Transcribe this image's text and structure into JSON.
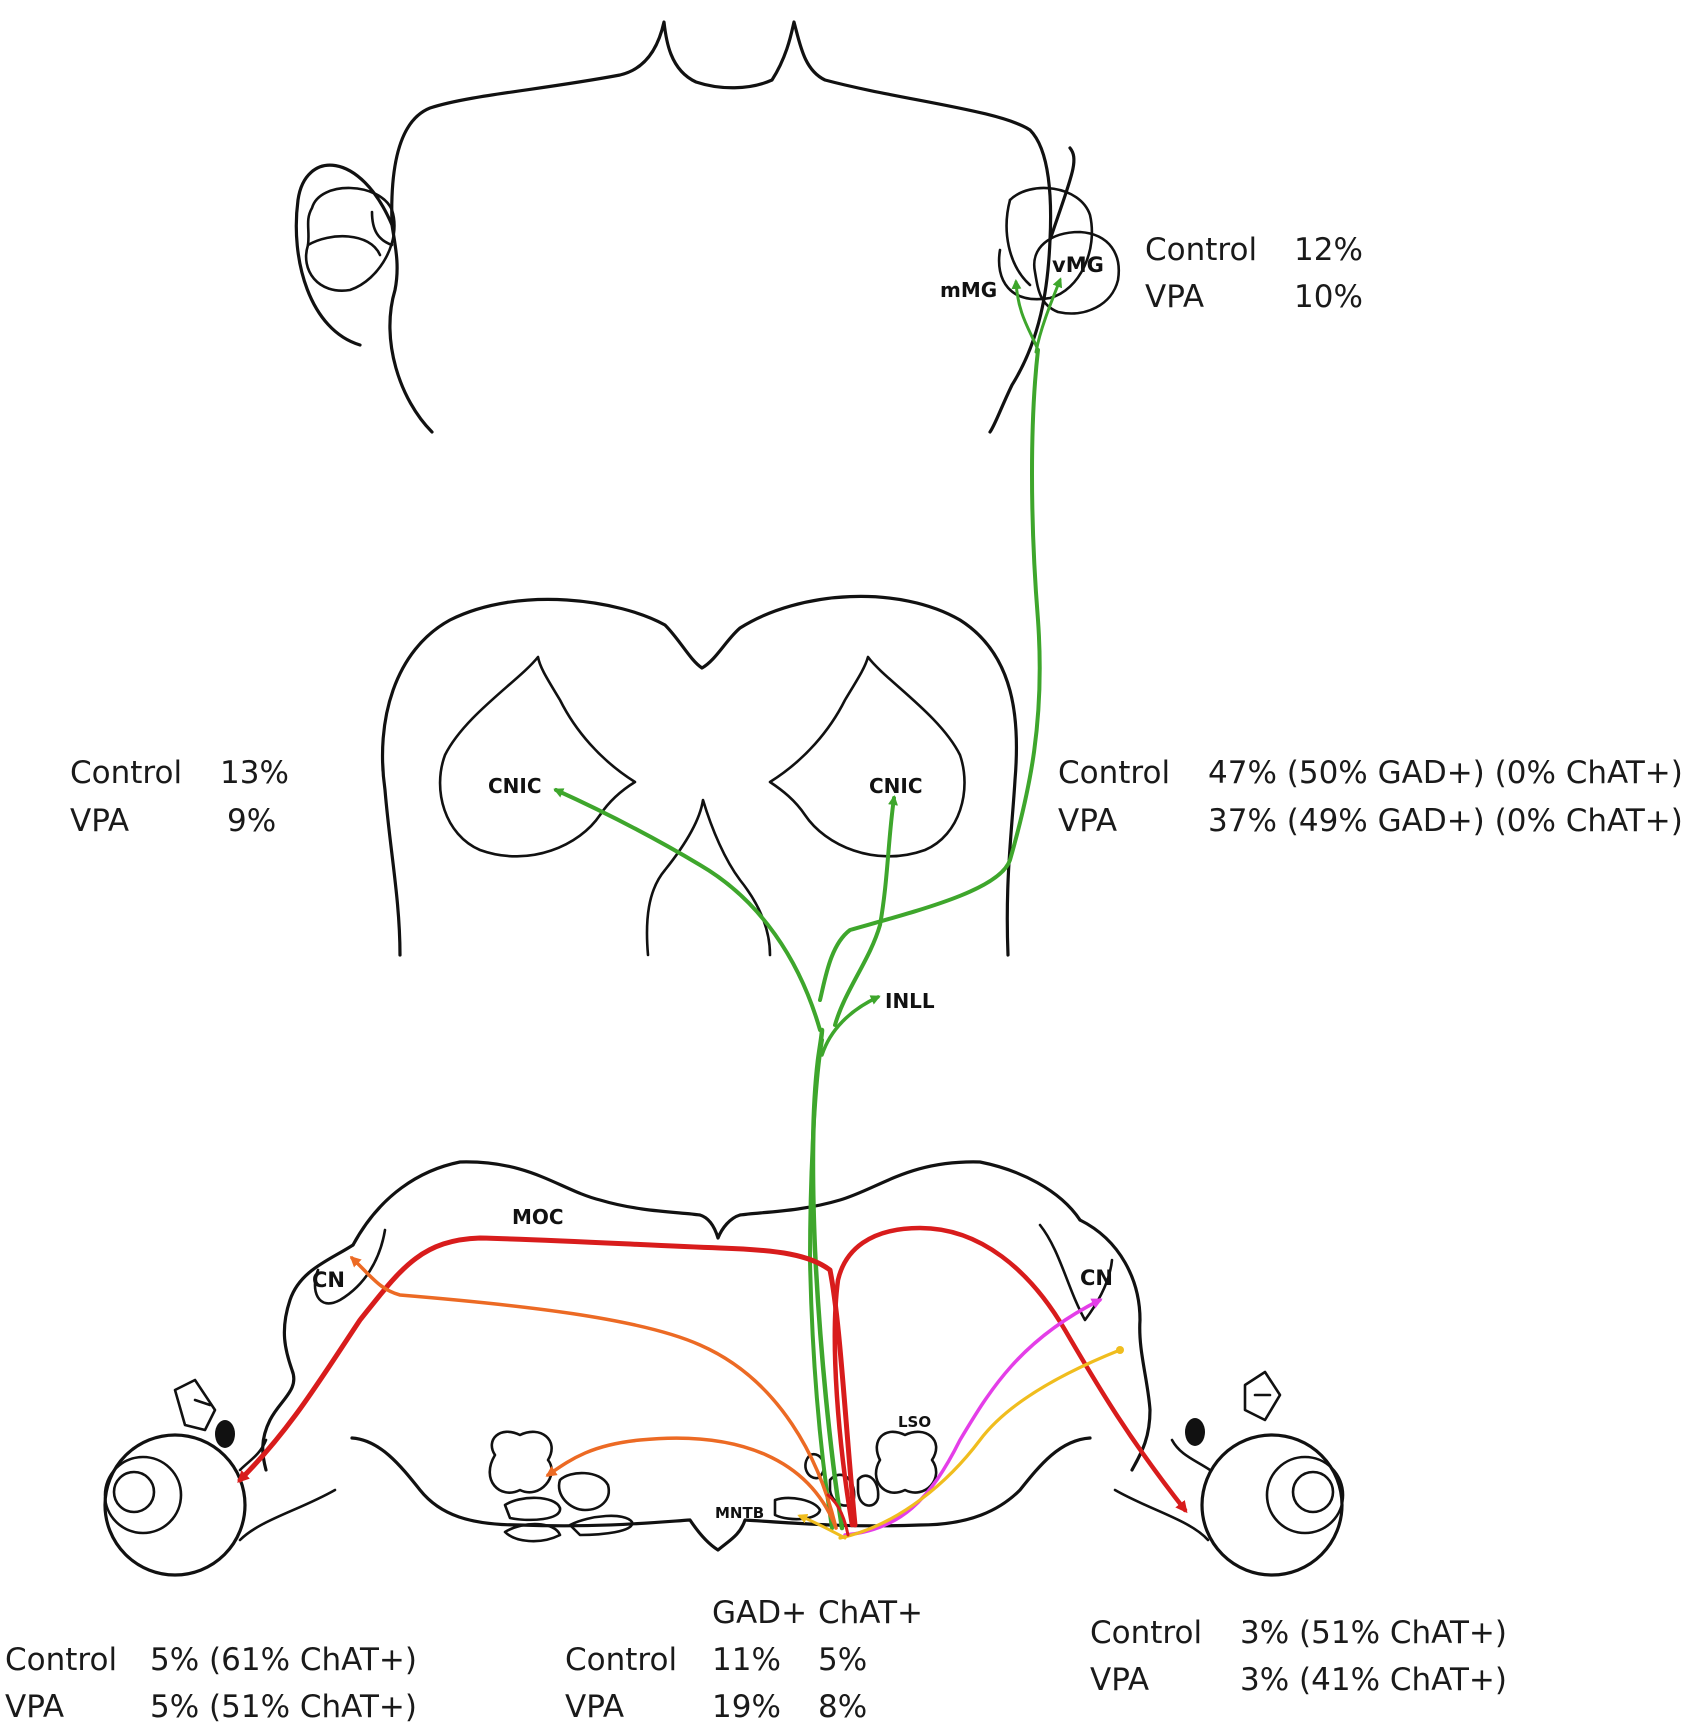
{
  "colors": {
    "green": "#3ea62c",
    "red": "#d81c1c",
    "orange": "#ec6a24",
    "magenta": "#e43ee8",
    "yellow": "#f0bd1e"
  },
  "labels": {
    "mmg": "mMG",
    "vmg": "vMG",
    "cnic_left": "CNIC",
    "cnic_right": "CNIC",
    "inll": "INLL",
    "moc": "MOC",
    "cn_left": "CN",
    "cn_right": "CN",
    "lso": "LSO",
    "mntb": "MNTB"
  },
  "stats": {
    "mg": {
      "control_label": "Control",
      "control_value": "12%",
      "vpa_label": "VPA",
      "vpa_value": "10%"
    },
    "ic_left": {
      "control_label": "Control",
      "control_value": "13%",
      "vpa_label": "VPA",
      "vpa_value": "9%"
    },
    "ic_right": {
      "control_label": "Control",
      "control_value": "47% (50% GAD+) (0% ChAT+)",
      "vpa_label": "VPA",
      "vpa_value": "37% (49% GAD+) (0% ChAT+)"
    },
    "cochlea_left": {
      "control_label": "Control",
      "control_value": "5% (61% ChAT+)",
      "vpa_label": "VPA",
      "vpa_value": "5% (51% ChAT+)"
    },
    "cochlea_right": {
      "control_label": "Control",
      "control_value": "3% (51% ChAT+)",
      "vpa_label": "VPA",
      "vpa_value": "3% (41% ChAT+)"
    },
    "local": {
      "header_gad": "GAD+",
      "header_chat": "ChAT+",
      "control_label": "Control",
      "control_gad": "11%",
      "control_chat": "5%",
      "vpa_label": "VPA",
      "vpa_gad": "19%",
      "vpa_chat": "8%"
    }
  }
}
